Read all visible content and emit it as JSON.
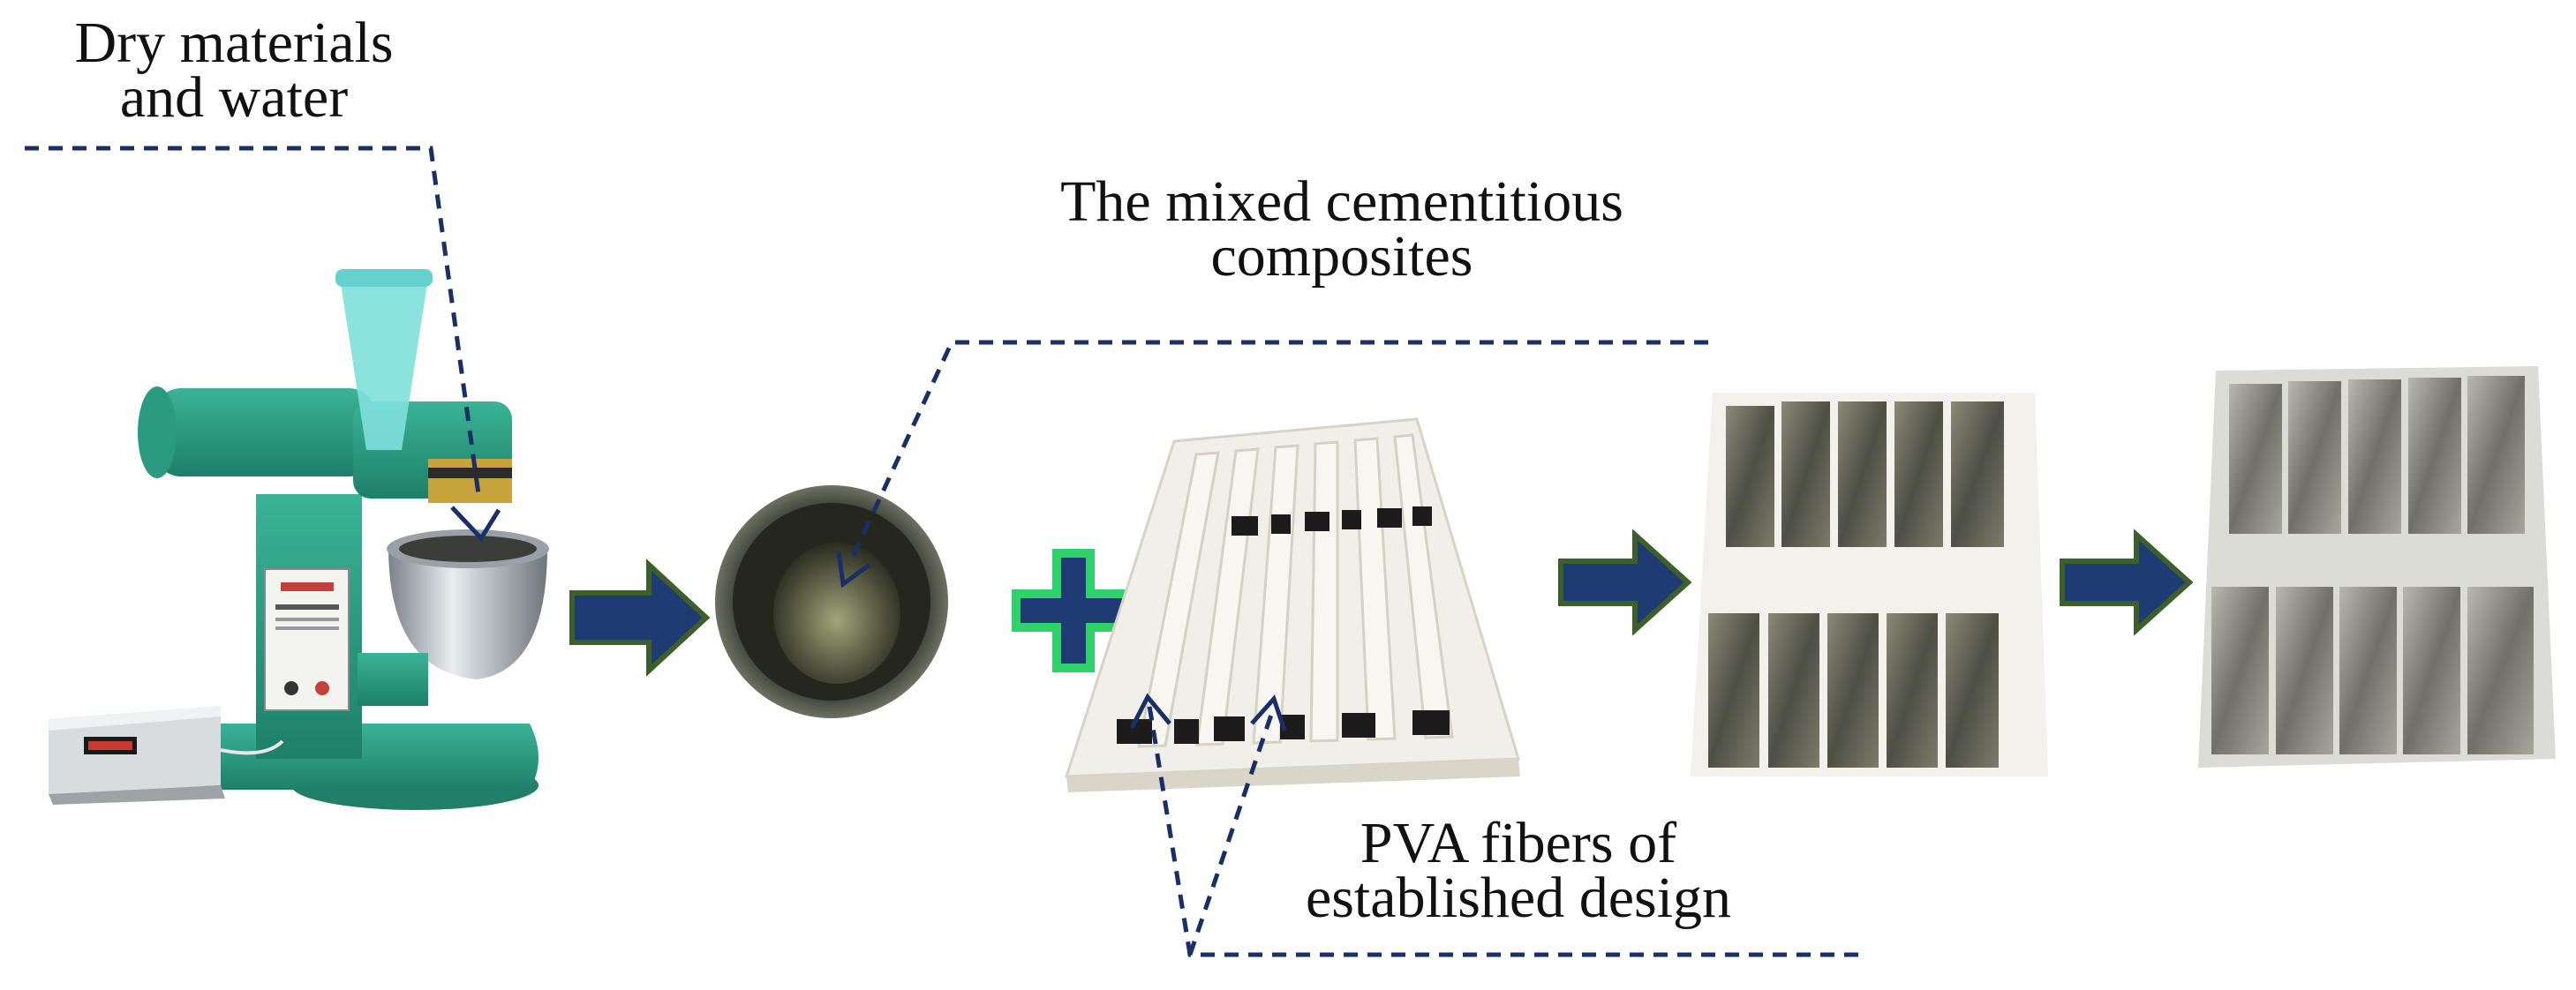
{
  "labels": {
    "dry_materials": [
      "Dry materials",
      "and water"
    ],
    "mixed_composites": [
      "The mixed cementitious",
      "composites"
    ],
    "pva_fibers": [
      "PVA fibers of",
      "established design"
    ]
  },
  "colors": {
    "arrow_fill": "#1f3b73",
    "arrow_outline": "#3d5f2a",
    "plus_fill": "#1f3b73",
    "plus_outline": "#2fd26a",
    "leader_line": "#1a2f66",
    "mixer_body": "#2b9a82",
    "mould": "#f1efe9",
    "specimen": "#6a6a5c"
  },
  "icons": {
    "process_arrow": "right-arrow-icon",
    "plus": "plus-icon"
  }
}
